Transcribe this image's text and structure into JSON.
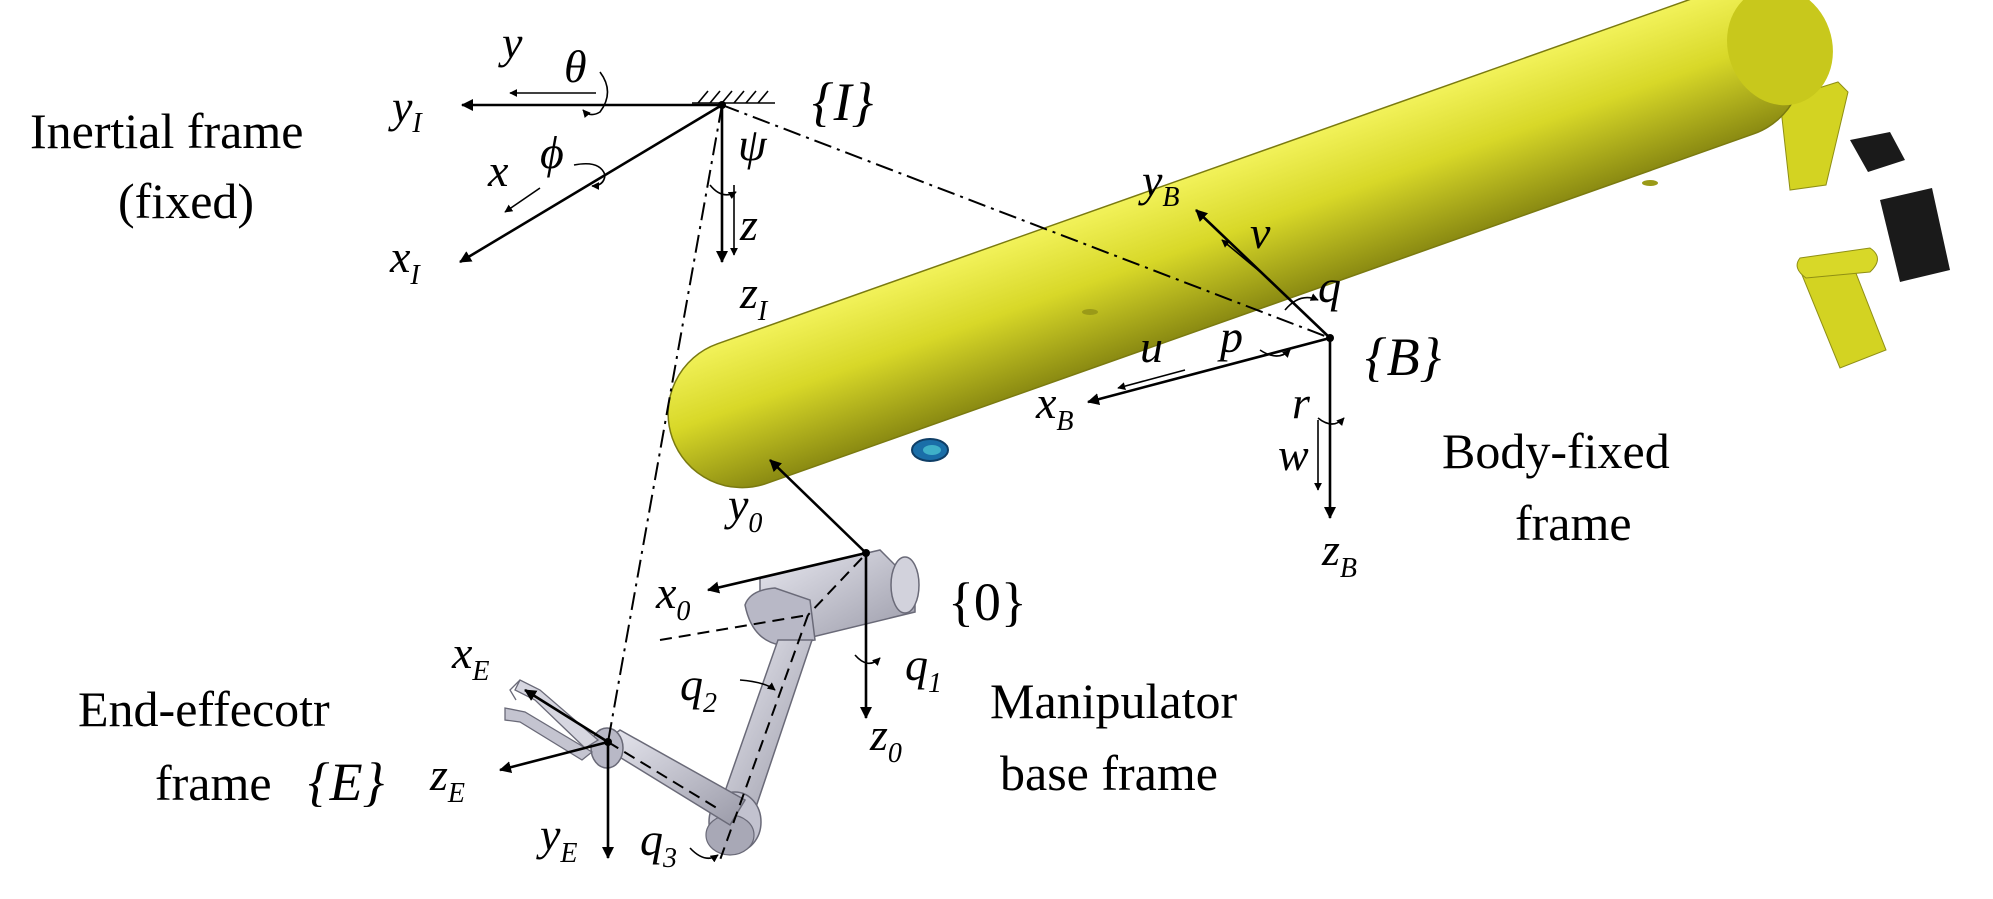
{
  "captions": {
    "inertial_line1": "Inertial frame",
    "inertial_line2": "(fixed)",
    "body_line1": "Body-fixed",
    "body_line2": "frame",
    "manip_line1": "Manipulator",
    "manip_line2": "base  frame",
    "ee_line1": "End-effecotr",
    "ee_line2": "frame"
  },
  "frames": {
    "inertial": "{I}",
    "body": "{B}",
    "base": "{0}",
    "end_effector": "{E}"
  },
  "inertial_axes": {
    "y_base": "y",
    "y_sub": "I",
    "x_base": "x",
    "x_sub": "I",
    "z_base": "z",
    "z_sub": "I",
    "theta": "θ",
    "phi": "ϕ",
    "psi": "ψ",
    "small_y": "y",
    "small_x": "x",
    "small_z": "z"
  },
  "body_axes": {
    "y_base": "y",
    "y_sub": "B",
    "x_base": "x",
    "x_sub": "B",
    "z_base": "z",
    "z_sub": "B",
    "v": "v",
    "q": "q",
    "u": "u",
    "p": "p",
    "r": "r",
    "w": "w"
  },
  "base_axes": {
    "y_base": "y",
    "y_sub": "0",
    "x_base": "x",
    "x_sub": "0",
    "z_base": "z",
    "z_sub": "0"
  },
  "joints": {
    "q1_base": "q",
    "q1_sub": "1",
    "q2_base": "q",
    "q2_sub": "2",
    "q3_base": "q",
    "q3_sub": "3"
  },
  "ee_axes": {
    "x_base": "x",
    "x_sub": "E",
    "z_base": "z",
    "z_sub": "E",
    "y_base": "y",
    "y_sub": "E"
  },
  "colors": {
    "hull": "#d8d828",
    "hull_dark": "#8f8f14",
    "thruster": "#1a1a1a",
    "arm": "#c9c9d6"
  }
}
